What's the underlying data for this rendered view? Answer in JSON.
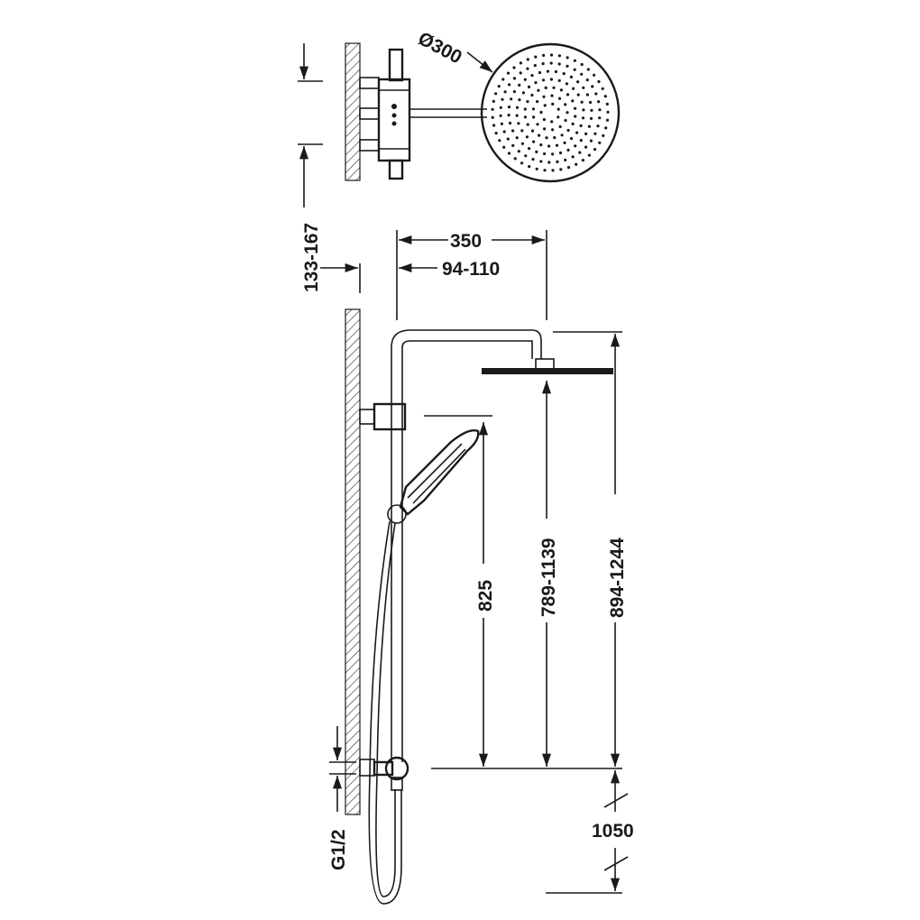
{
  "dimensions": {
    "head_diameter": "Ø300",
    "wall_offset": "133-167",
    "arm_length": "350",
    "column_offset": "94-110",
    "handshower_height": "825",
    "head_height": "789-1139",
    "overall_height": "894-1244",
    "inlet_height": "1050",
    "connection": "G1/2"
  }
}
